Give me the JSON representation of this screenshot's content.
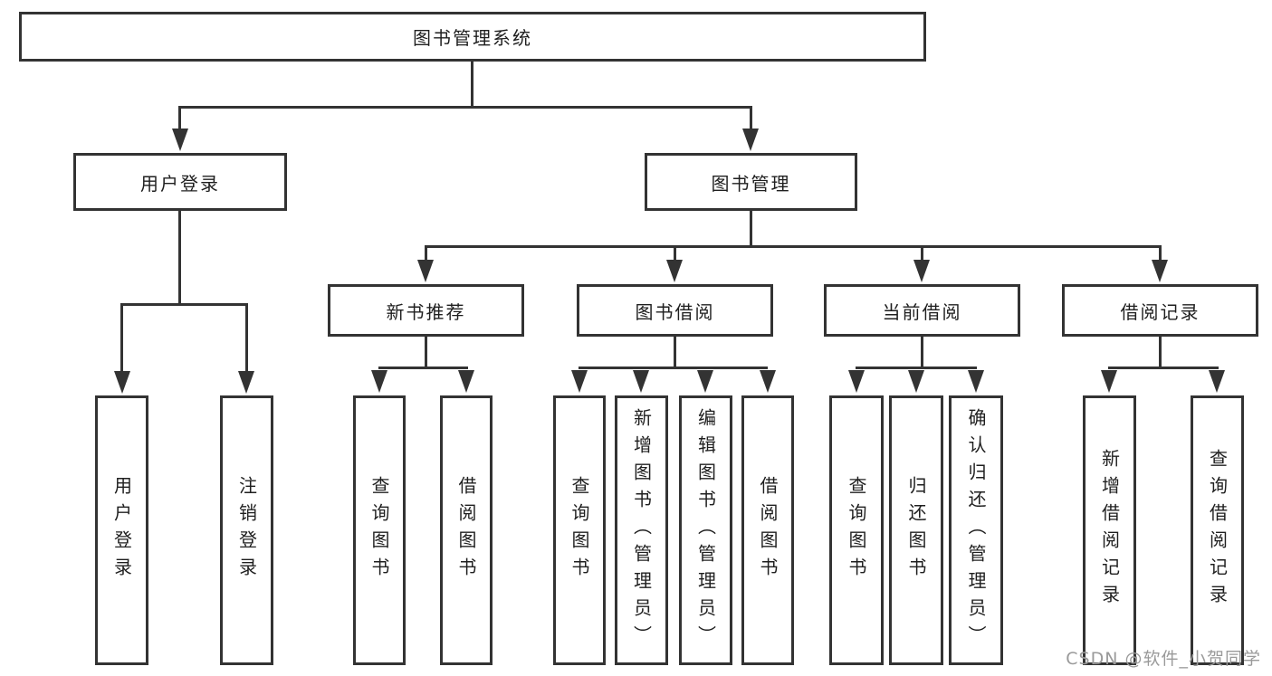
{
  "diagram": {
    "root": {
      "label": "图书管理系统"
    },
    "branches": {
      "user_login": {
        "label": "用户登录",
        "children": {
          "login": {
            "label": "用户登录"
          },
          "logout": {
            "label": "注销登录"
          }
        }
      },
      "book_mgmt": {
        "label": "图书管理",
        "children": {
          "new_books": {
            "label": "新书推荐",
            "children": {
              "query_books": {
                "label": "查询图书"
              },
              "borrow_books": {
                "label": "借阅图书"
              }
            }
          },
          "book_borrow": {
            "label": "图书借阅",
            "children": {
              "query_books": {
                "label": "查询图书"
              },
              "add_books": {
                "label": "新增图书（管理员）"
              },
              "edit_books": {
                "label": "编辑图书（管理员）"
              },
              "borrow_books": {
                "label": "借阅图书"
              }
            }
          },
          "current_borrow": {
            "label": "当前借阅",
            "children": {
              "query_books": {
                "label": "查询图书"
              },
              "return_books": {
                "label": "归还图书"
              },
              "confirm_return": {
                "label": "确认归还（管理员）"
              }
            }
          },
          "borrow_records": {
            "label": "借阅记录",
            "children": {
              "add_record": {
                "label": "新增借阅记录"
              },
              "query_record": {
                "label": "查询借阅记录"
              }
            }
          }
        }
      }
    }
  },
  "watermark": {
    "text": "CSDN @软件_小贺同学"
  },
  "colors": {
    "line": "#333333",
    "text": "#1f1f1f",
    "watermark": "#9a9a9a",
    "background": "#ffffff"
  }
}
